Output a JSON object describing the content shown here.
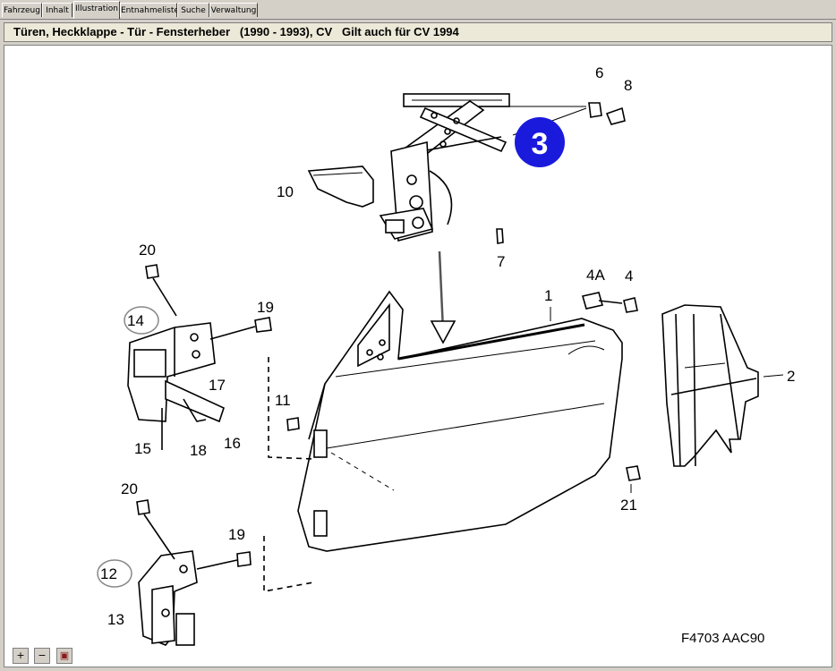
{
  "tabs": [
    {
      "label": "Fahrzeug"
    },
    {
      "label": "Inhalt"
    },
    {
      "label": "Illustration"
    },
    {
      "label": "Entnahmeliste"
    },
    {
      "label": "Suche"
    },
    {
      "label": "Verwaltung"
    }
  ],
  "active_tab": "Illustration",
  "title": "Türen, Heckklappe - Tür - Fensterheber   (1990 - 1993), CV   Gilt auch für CV 1994",
  "callouts": {
    "c6": "6",
    "c8": "8",
    "c3": "3",
    "c10": "10",
    "c7": "7",
    "c20a": "20",
    "c14": "14",
    "c19a": "19",
    "c17": "17",
    "c11": "11",
    "c15": "15",
    "c18": "18",
    "c16": "16",
    "c1": "1",
    "c4a": "4A",
    "c4": "4",
    "c2": "2",
    "c21": "21",
    "c20b": "20",
    "c19b": "19",
    "c12": "12",
    "c13": "13"
  },
  "highlight_color": "#1a1adc",
  "reference_code": "F4703 AAC90",
  "zoom_controls": [
    {
      "icon": "zoom-in-icon",
      "glyph": "+"
    },
    {
      "icon": "zoom-out-icon",
      "glyph": "−"
    },
    {
      "icon": "zoom-fit-icon",
      "glyph": "▣"
    }
  ]
}
